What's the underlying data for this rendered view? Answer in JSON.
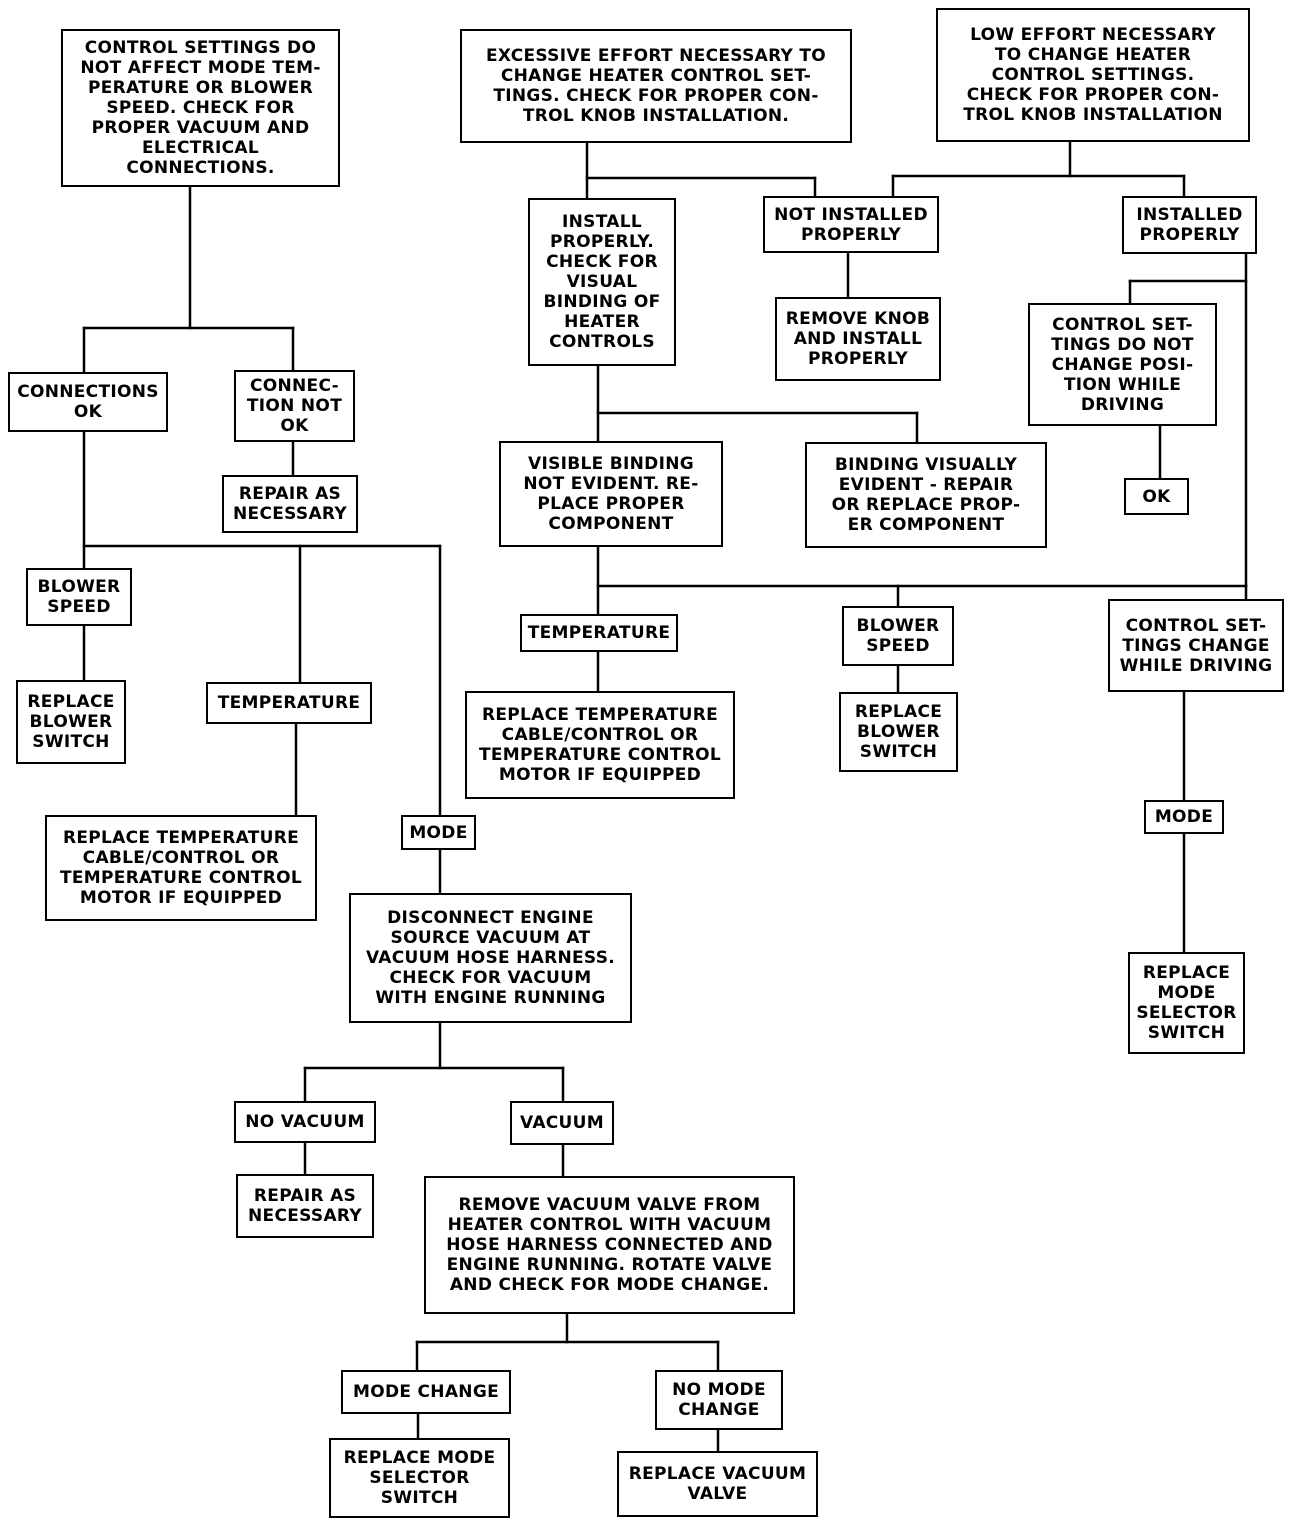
{
  "boxes": {
    "b1": "CONTROL SETTINGS DO\nNOT AFFECT MODE TEM-\nPERATURE OR BLOWER\nSPEED. CHECK FOR\nPROPER VACUUM AND\nELECTRICAL\nCONNECTIONS.",
    "b2": "EXCESSIVE EFFORT NECESSARY TO\nCHANGE HEATER CONTROL SET-\nTINGS. CHECK FOR PROPER CON-\nTROL KNOB INSTALLATION.",
    "b3": "LOW EFFORT NECESSARY\nTO CHANGE HEATER\nCONTROL SETTINGS.\nCHECK FOR PROPER CON-\nTROL KNOB INSTALLATION",
    "b4": "INSTALL\nPROPERLY.\nCHECK FOR\nVISUAL\nBINDING OF\nHEATER\nCONTROLS",
    "b5": "NOT INSTALLED\nPROPERLY",
    "b6": "INSTALLED\nPROPERLY",
    "b7": "REMOVE KNOB\nAND INSTALL\nPROPERLY",
    "b8": "CONTROL SET-\nTINGS DO NOT\nCHANGE POSI-\nTION WHILE\nDRIVING",
    "b9": "CONNECTIONS\nOK",
    "b10": "CONNEC-\nTION NOT\nOK",
    "b11": "REPAIR AS\nNECESSARY",
    "b12": "VISIBLE BINDING\nNOT EVIDENT. RE-\nPLACE PROPER\nCOMPONENT",
    "b13": "BINDING VISUALLY\nEVIDENT - REPAIR\nOR REPLACE PROP-\nER COMPONENT",
    "b14": "OK",
    "b15": "BLOWER\nSPEED",
    "b16": "TEMPERATURE",
    "b17": "BLOWER\nSPEED",
    "b18": "CONTROL SET-\nTINGS CHANGE\nWHILE DRIVING",
    "b19": "REPLACE\nBLOWER\nSWITCH",
    "b20": "TEMPERATURE",
    "b21": "REPLACE TEMPERATURE\nCABLE/CONTROL OR\nTEMPERATURE CONTROL\nMOTOR IF EQUIPPED",
    "b22": "REPLACE\nBLOWER\nSWITCH",
    "b23": "REPLACE TEMPERATURE\nCABLE/CONTROL OR\nTEMPERATURE CONTROL\nMOTOR IF EQUIPPED",
    "b24": "MODE",
    "b25": "MODE",
    "b26": "DISCONNECT ENGINE\nSOURCE VACUUM AT\nVACUUM HOSE HARNESS.\nCHECK FOR VACUUM\nWITH ENGINE RUNNING",
    "b27": "REPLACE\nMODE\nSELECTOR\nSWITCH",
    "b28": "NO VACUUM",
    "b29": "VACUUM",
    "b30": "REPAIR AS\nNECESSARY",
    "b31": "REMOVE VACUUM VALVE FROM\nHEATER CONTROL WITH VACUUM\nHOSE HARNESS CONNECTED AND\nENGINE RUNNING. ROTATE VALVE\nAND CHECK FOR MODE CHANGE.",
    "b32": "MODE CHANGE",
    "b33": "NO MODE\nCHANGE",
    "b34": "REPLACE MODE\nSELECTOR\nSWITCH",
    "b35": "REPLACE VACUUM\nVALVE"
  }
}
